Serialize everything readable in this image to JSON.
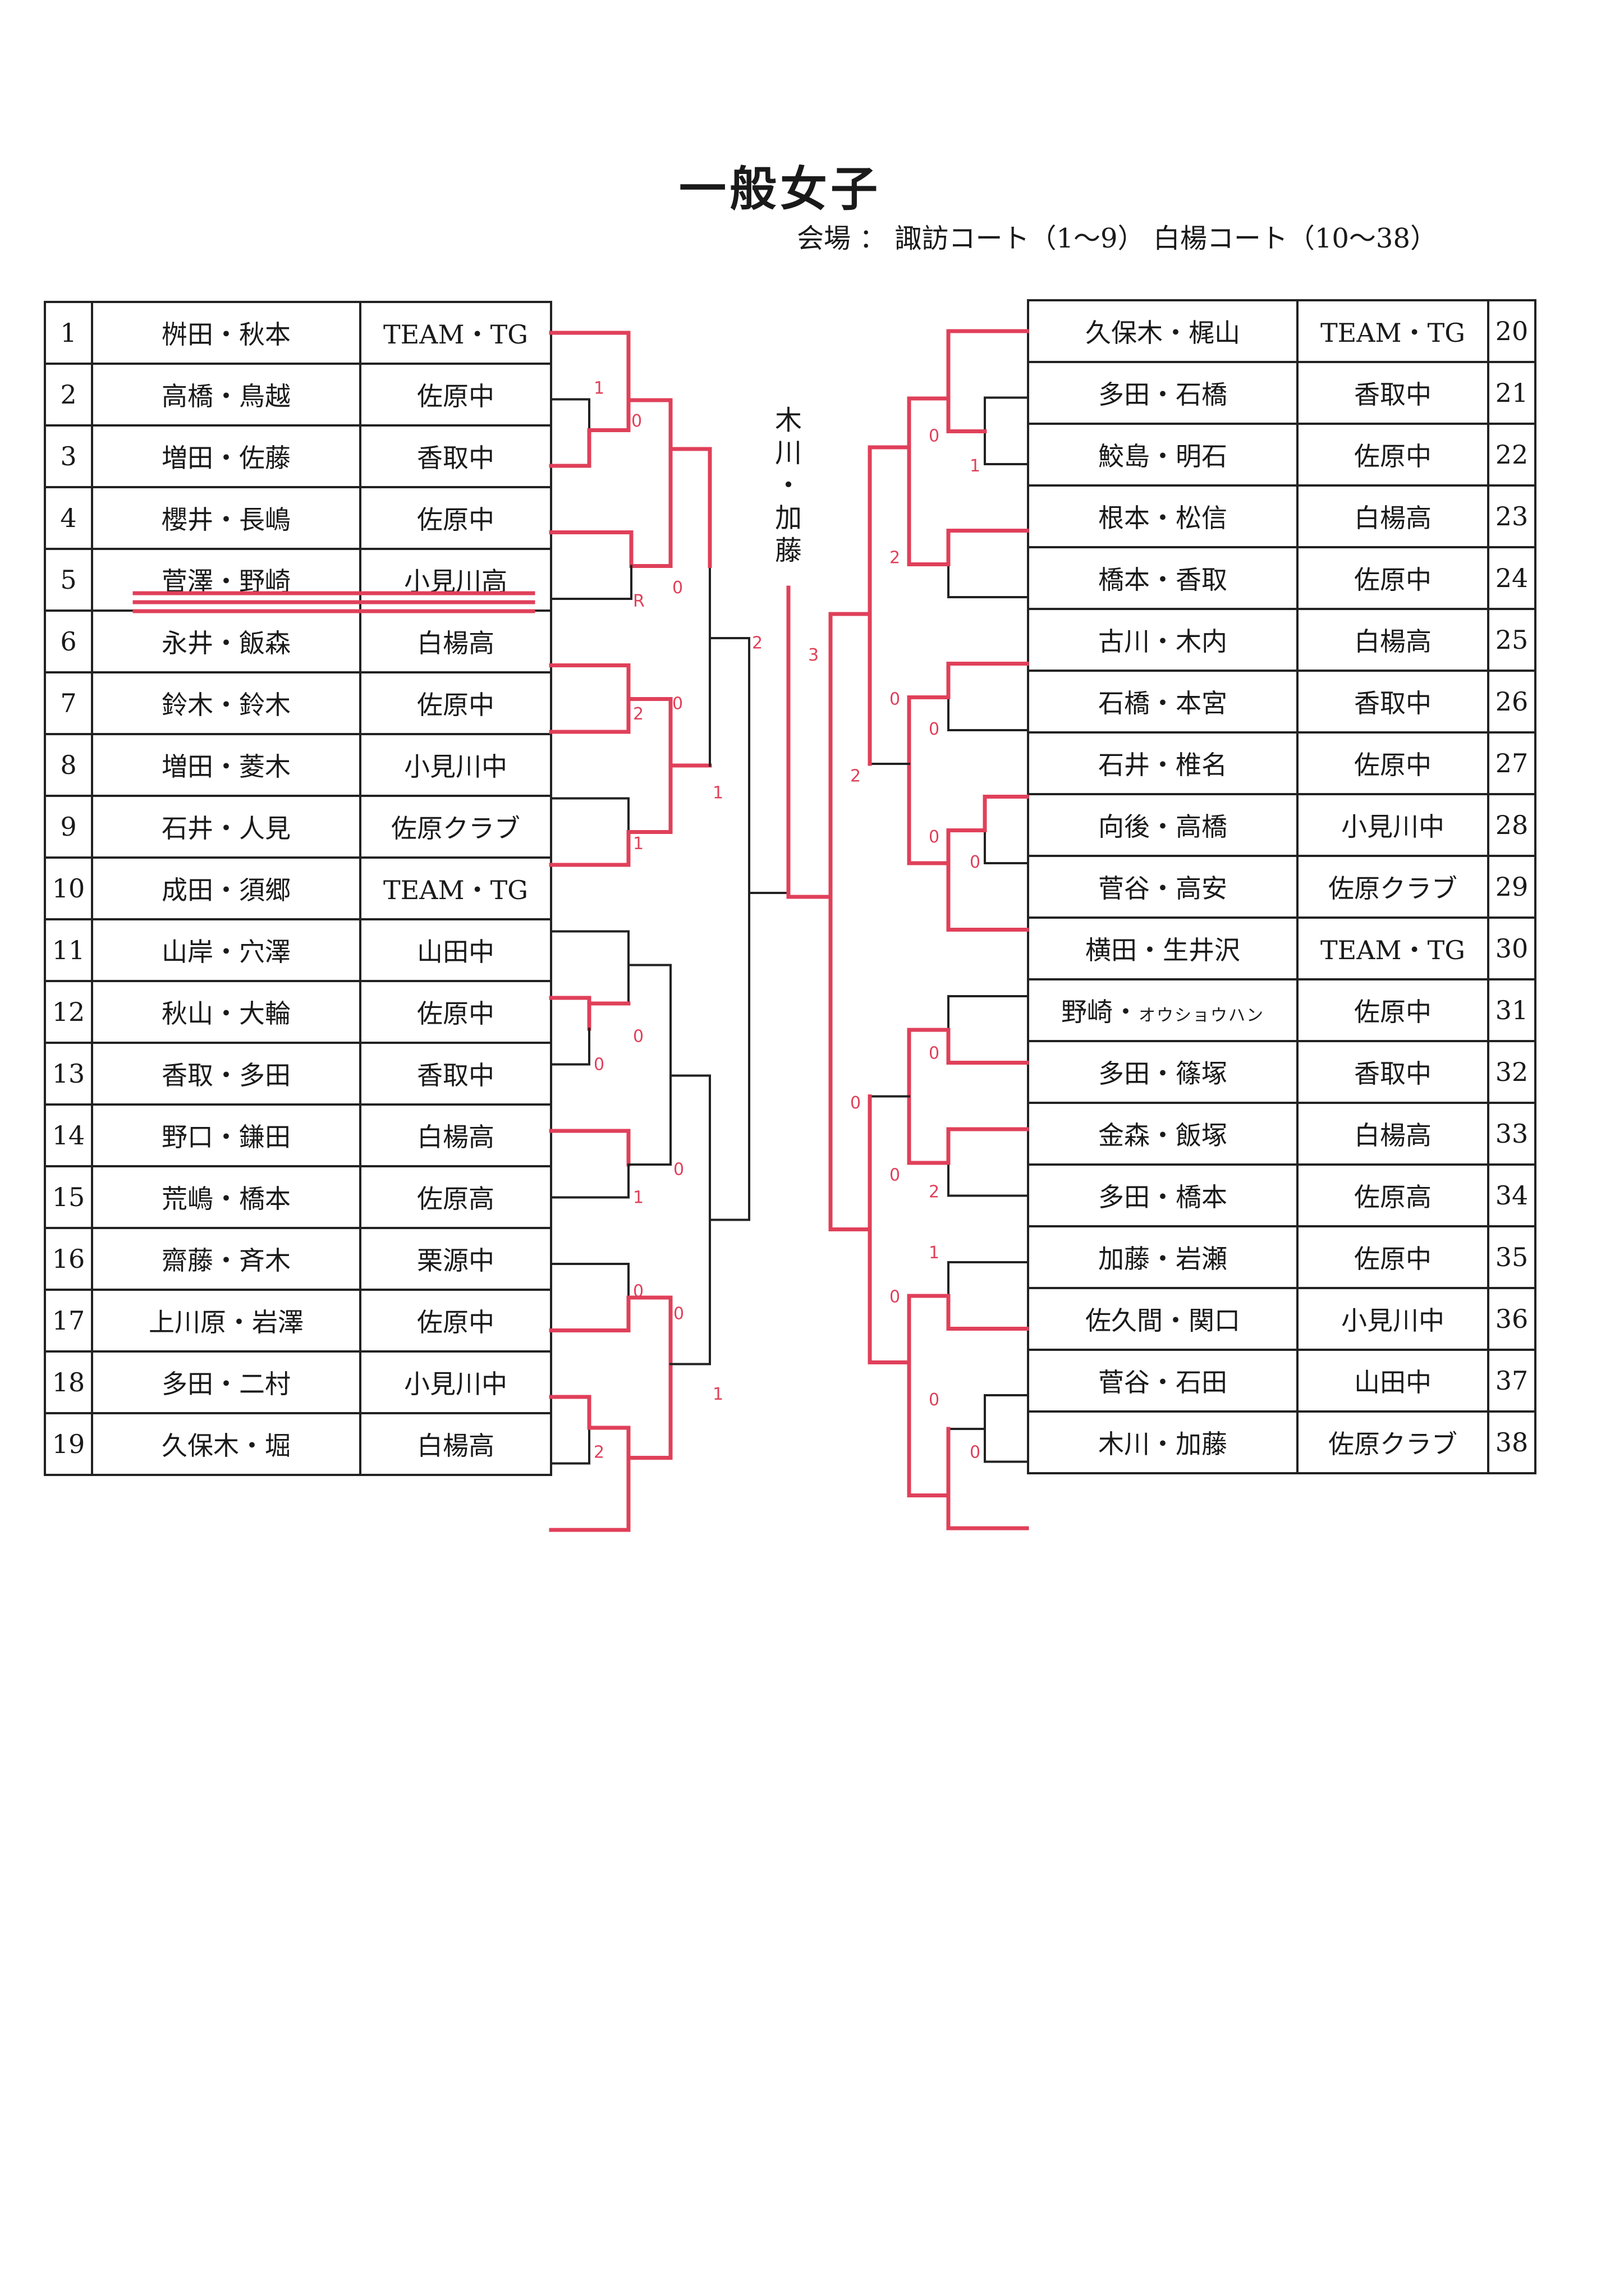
{
  "title": "一般女子",
  "venue": "会場 ： 諏訪コート（1～9） 白楊コート（10～38）",
  "champion_chars": [
    "木",
    "川",
    "・",
    "加",
    "藤"
  ],
  "left_entries": [
    {
      "no": "1",
      "pair": "桝田・秋本",
      "team": "TEAM・TG"
    },
    {
      "no": "2",
      "pair": "高橋・鳥越",
      "team": "佐原中"
    },
    {
      "no": "3",
      "pair": "増田・佐藤",
      "team": "香取中"
    },
    {
      "no": "4",
      "pair": "櫻井・長嶋",
      "team": "佐原中"
    },
    {
      "no": "5",
      "pair": "菅澤・野崎",
      "team": "小見川高",
      "struck": true
    },
    {
      "no": "6",
      "pair": "永井・飯森",
      "team": "白楊高"
    },
    {
      "no": "7",
      "pair": "鈴木・鈴木",
      "team": "佐原中"
    },
    {
      "no": "8",
      "pair": "増田・菱木",
      "team": "小見川中"
    },
    {
      "no": "9",
      "pair": "石井・人見",
      "team": "佐原クラブ"
    },
    {
      "no": "10",
      "pair": "成田・須郷",
      "team": "TEAM・TG"
    },
    {
      "no": "11",
      "pair": "山岸・穴澤",
      "team": "山田中"
    },
    {
      "no": "12",
      "pair": "秋山・大輪",
      "team": "佐原中"
    },
    {
      "no": "13",
      "pair": "香取・多田",
      "team": "香取中"
    },
    {
      "no": "14",
      "pair": "野口・鎌田",
      "team": "白楊高"
    },
    {
      "no": "15",
      "pair": "荒嶋・橋本",
      "team": "佐原高"
    },
    {
      "no": "16",
      "pair": "齋藤・斉木",
      "team": "栗源中"
    },
    {
      "no": "17",
      "pair": "上川原・岩澤",
      "team": "佐原中"
    },
    {
      "no": "18",
      "pair": "多田・二村",
      "team": "小見川中"
    },
    {
      "no": "19",
      "pair": "久保木・堀",
      "team": "白楊高"
    }
  ],
  "right_entries": [
    {
      "no": "20",
      "pair": "久保木・梶山",
      "team": "TEAM・TG"
    },
    {
      "no": "21",
      "pair": "多田・石橋",
      "team": "香取中"
    },
    {
      "no": "22",
      "pair": "鮫島・明石",
      "team": "佐原中"
    },
    {
      "no": "23",
      "pair": "根本・松信",
      "team": "白楊高"
    },
    {
      "no": "24",
      "pair": "橋本・香取",
      "team": "佐原中"
    },
    {
      "no": "25",
      "pair": "古川・木内",
      "team": "白楊高"
    },
    {
      "no": "26",
      "pair": "石橋・本宮",
      "team": "香取中"
    },
    {
      "no": "27",
      "pair": "石井・椎名",
      "team": "佐原中"
    },
    {
      "no": "28",
      "pair": "向後・高橋",
      "team": "小見川中"
    },
    {
      "no": "29",
      "pair": "菅谷・高安",
      "team": "佐原クラブ"
    },
    {
      "no": "30",
      "pair": "横田・生井沢",
      "team": "TEAM・TG"
    },
    {
      "no": "31",
      "pair": "野崎・",
      "pair_small": "オウショウハン",
      "team": "佐原中"
    },
    {
      "no": "32",
      "pair": "多田・篠塚",
      "team": "香取中"
    },
    {
      "no": "33",
      "pair": "金森・飯塚",
      "team": "白楊高"
    },
    {
      "no": "34",
      "pair": "多田・橋本",
      "team": "佐原高"
    },
    {
      "no": "35",
      "pair": "加藤・岩瀬",
      "team": "佐原中"
    },
    {
      "no": "36",
      "pair": "佐久間・関口",
      "team": "小見川中"
    },
    {
      "no": "37",
      "pair": "菅谷・石田",
      "team": "山田中"
    },
    {
      "no": "38",
      "pair": "木川・加藤",
      "team": "佐原クラブ"
    }
  ],
  "scores": [
    {
      "text": "1",
      "id": "L-r1-2"
    },
    {
      "text": "0",
      "id": "L-r1-3"
    },
    {
      "text": "0",
      "id": "L-r2-4"
    },
    {
      "text": "R",
      "id": "L-r2-5"
    },
    {
      "text": "0",
      "id": "L-r2-6"
    },
    {
      "text": "2",
      "id": "L-r2-7"
    },
    {
      "text": "1",
      "id": "L-r2-8"
    },
    {
      "text": "1",
      "id": "L-r3-a"
    },
    {
      "text": "2",
      "id": "L-sf"
    },
    {
      "text": "0",
      "id": "L-r2-11"
    },
    {
      "text": "0",
      "id": "L-r1-12"
    },
    {
      "text": "0",
      "id": "L-r3-13"
    },
    {
      "text": "1",
      "id": "L-r2-14"
    },
    {
      "text": "0",
      "id": "L-r2-15"
    },
    {
      "text": "0",
      "id": "L-r3-16"
    },
    {
      "text": "1",
      "id": "L-r4-b"
    },
    {
      "text": "2",
      "id": "L-r1-18"
    },
    {
      "text": "0",
      "id": "R-r2-21"
    },
    {
      "text": "1",
      "id": "R-r1-22"
    },
    {
      "text": "2",
      "id": "R-r2-23"
    },
    {
      "text": "3",
      "id": "R-final"
    },
    {
      "text": "0",
      "id": "R-r3-25"
    },
    {
      "text": "0",
      "id": "R-r2-26"
    },
    {
      "text": "2",
      "id": "R-r4-a"
    },
    {
      "text": "0",
      "id": "R-r2-27"
    },
    {
      "text": "0",
      "id": "R-r1-28"
    },
    {
      "text": "0",
      "id": "R-r2-31"
    },
    {
      "text": "0",
      "id": "R-sf"
    },
    {
      "text": "0",
      "id": "R-r3-32"
    },
    {
      "text": "2",
      "id": "R-r2-33"
    },
    {
      "text": "1",
      "id": "R-r2-34"
    },
    {
      "text": "0",
      "id": "R-r3-35"
    },
    {
      "text": "0",
      "id": "R-r2-36"
    },
    {
      "text": "0",
      "id": "R-r1-37"
    }
  ],
  "colors": {
    "line": "#222222",
    "winner_line": "#e0405a",
    "score": "#e0405a"
  }
}
